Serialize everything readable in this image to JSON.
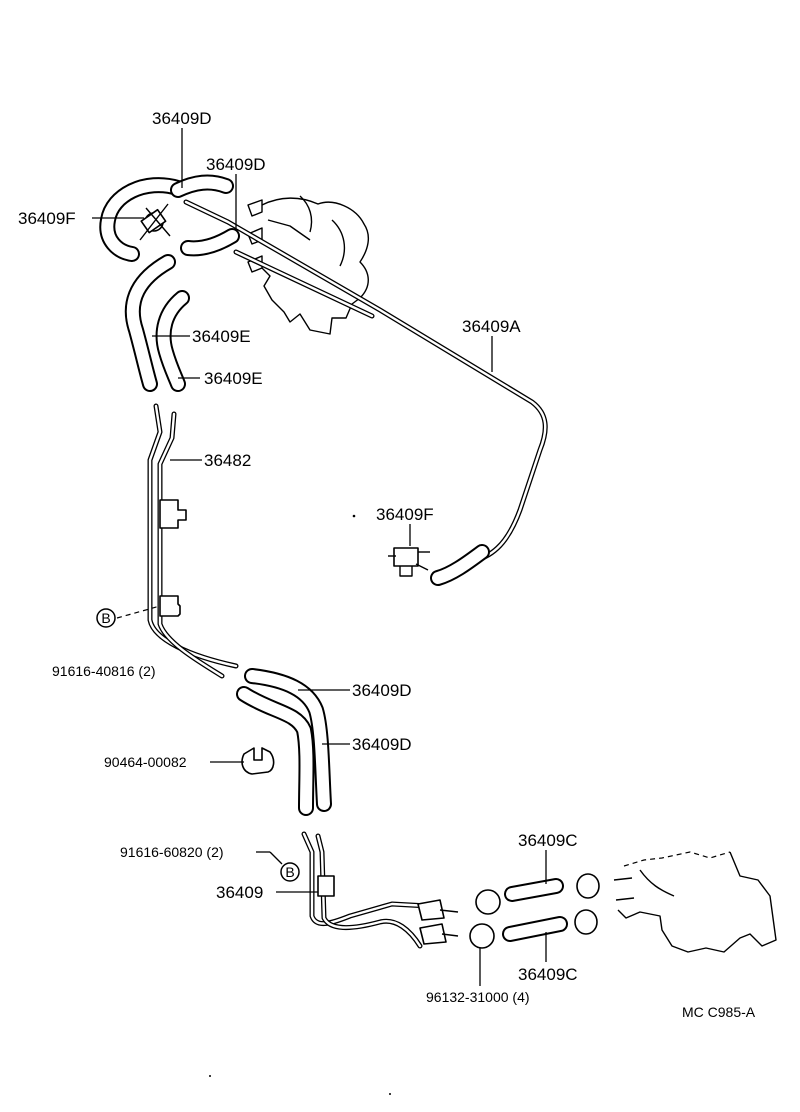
{
  "labels": {
    "hose_d_top": "36409D",
    "hose_d_top2": "36409D",
    "vsv_f_top": "36409F",
    "hose_e_1": "36409E",
    "hose_e_2": "36409E",
    "hose_a": "36409A",
    "pipe_36482": "36482",
    "vsv_f_mid": "36409F",
    "bolt_b_1": "91616-40816 (2)",
    "hose_d_mid1": "36409D",
    "hose_d_mid2": "36409D",
    "clip_90464": "90464-00082",
    "bolt_b_2": "91616-60820 (2)",
    "pipe_36409": "36409",
    "hose_c_1": "36409C",
    "hose_c_2": "36409C",
    "clamp_96132": "96132-31000 (4)",
    "figure_code": "MC  C985-A",
    "bolt_marker_1": "B",
    "bolt_marker_2": "B"
  }
}
